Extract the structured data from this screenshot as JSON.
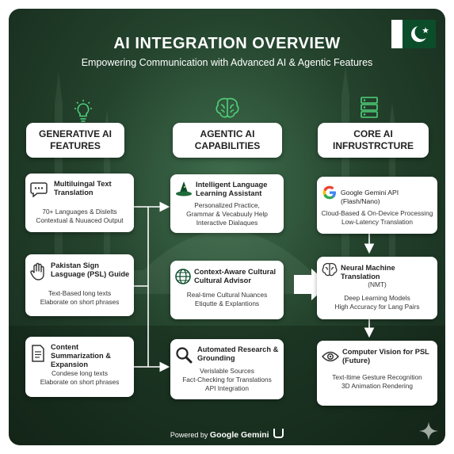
{
  "title": "AI INTEGRATION OVERVIEW",
  "subtitle": "Empowering Communication with Advanced AI & Agentic Features",
  "columns": [
    {
      "header": "GENERATIVE AI FEATURES",
      "icon": "lightbulb-icon"
    },
    {
      "header": "AGENTIC AI CAPABILITIES",
      "icon": "brain-icon"
    },
    {
      "header": "CORE AI INFRUSTRCTURE",
      "icon": "server-icon"
    }
  ],
  "generative": [
    {
      "title": "Multiluingal Text Translation",
      "lines": [
        "70+ Languages & Dislelts",
        "Contextual & Nuuaced Output"
      ],
      "icon": "chat-bubble-icon"
    },
    {
      "title": "Pakistan Sign Lasguage (PSL) Guide",
      "lines": [
        "Text-Based long texts",
        "Elaborate on short phrases"
      ],
      "icon": "hand-icon"
    },
    {
      "title": "Content Summarization & Expansion",
      "lines": [
        "Condese long texts",
        "Elaborate on short phrases"
      ],
      "icon": "document-icon"
    }
  ],
  "agentic": [
    {
      "title": "Intelligent Language Learning Assistant",
      "lines": [
        "Personalized Practice,",
        "Grammar & Vecabuuly Help",
        "Interactive Dialaques"
      ],
      "icon": "wizard-hat-icon"
    },
    {
      "title": "Context-Aware Cultural Cultural Advisor",
      "lines": [
        "Real-time Cultural Nuances",
        "Etiqutte & Explantions"
      ],
      "icon": "globe-icon"
    },
    {
      "title": "Automated Research & Grounding",
      "lines": [
        "Verislable Sources",
        "Fact-Checking for Translations",
        "API Integration"
      ],
      "icon": "magnifier-icon"
    }
  ],
  "core": [
    {
      "title": "Google Gemini API (Flash/Nano)",
      "lines": [
        "Cloud-Based & On-Device Processing",
        "Low-Latency Translation"
      ],
      "icon": "google-g-icon"
    },
    {
      "title": "Neural Machine Translation",
      "lines": [
        "(NMT)",
        "Deep Learning Models",
        "High Accuracy for Lang Pairs"
      ],
      "icon": "brain-icon"
    },
    {
      "title": "Computer Vision for PSL (Future)",
      "lines": [
        "Text-ltime Gesture Recognition",
        "3D Animation Rendering"
      ],
      "icon": "eye-icon"
    }
  ],
  "footer": {
    "prefix": "Powered by",
    "brand": "Google Gemini"
  },
  "colors": {
    "background": "#24432d",
    "accent": "#4fd17a",
    "flag_green": "#0b4d2a",
    "card": "#ffffff"
  }
}
